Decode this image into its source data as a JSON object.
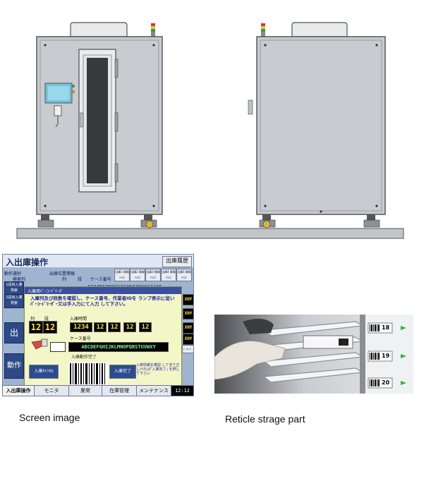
{
  "screen": {
    "title": "入出庫操作",
    "history_button": "出庫履歴",
    "left_labels": [
      "動作選択",
      "検索列"
    ],
    "info_label": "出庫位置情報",
    "sub_labels": [
      "列",
      "段",
      "ケース番号"
    ],
    "info_buttons": [
      "出庫1 情報ｱｲｽﾌ",
      "出庫2 情報ｱｲｽﾌ",
      "出庫3 情報ｱｲｽﾌ",
      "出庫4 情報ｱｲｽﾌ",
      "出庫5 情報ｱｲｽﾌ"
    ],
    "side_buttons": [
      "1段目入庫 検索",
      "2段目入庫 検索",
      "出",
      "動作"
    ],
    "number_row": "1234567890123456789012345",
    "xny_labels": [
      "XNY",
      "XNY",
      "XNY",
      "XNY"
    ],
    "key_reader_button": "ﾃﾞｰﾀﾘｰﾀﾞｰ",
    "dialog": {
      "title": "入庫用ﾊﾞｰｺｰﾄﾞﾘｰﾀﾞ",
      "message": "入庫列及び段数を確認し、ケース番号、作業者IDを ランプ表示に従いﾊﾞｰｺｰﾄﾞﾘｰﾀﾞｰ又は手入力にて入力 して下さい。",
      "col_label": "列",
      "row_label": "段",
      "col_value": "12",
      "row_value": "12",
      "time_label": "入庫時間",
      "time_values": [
        "1234",
        "12",
        "12",
        "12",
        "12"
      ],
      "case_label": "ケース番号",
      "case_value": "ABCDEFGHIJKLMNOPQRSTUVWXY",
      "complete_label": "入庫動作完了",
      "cancel_button": "入庫ｷｬﾝｾﾙ",
      "done_button": "入庫完了",
      "note": "入庫情報を確認 して全て正しければ｢入庫完了｣ を押して下さい"
    },
    "tabs": [
      "入出庫操作",
      "モニタ",
      "異常",
      "在庫管理",
      "メンテナンス"
    ],
    "clock": "12:12"
  },
  "photo": {
    "slot_numbers": [
      "18",
      "19",
      "20"
    ]
  },
  "captions": {
    "screen": "Screen image",
    "reticle": "Reticle strage part"
  },
  "colors": {
    "cabinet": "#c8cbcf",
    "cabinet_edge": "#6a6d72",
    "base": "#c2c4c7",
    "screen_bg": "#9fb4cf",
    "dialog_bg": "#f3f6c6",
    "lcd_text": "#ffe14a"
  }
}
